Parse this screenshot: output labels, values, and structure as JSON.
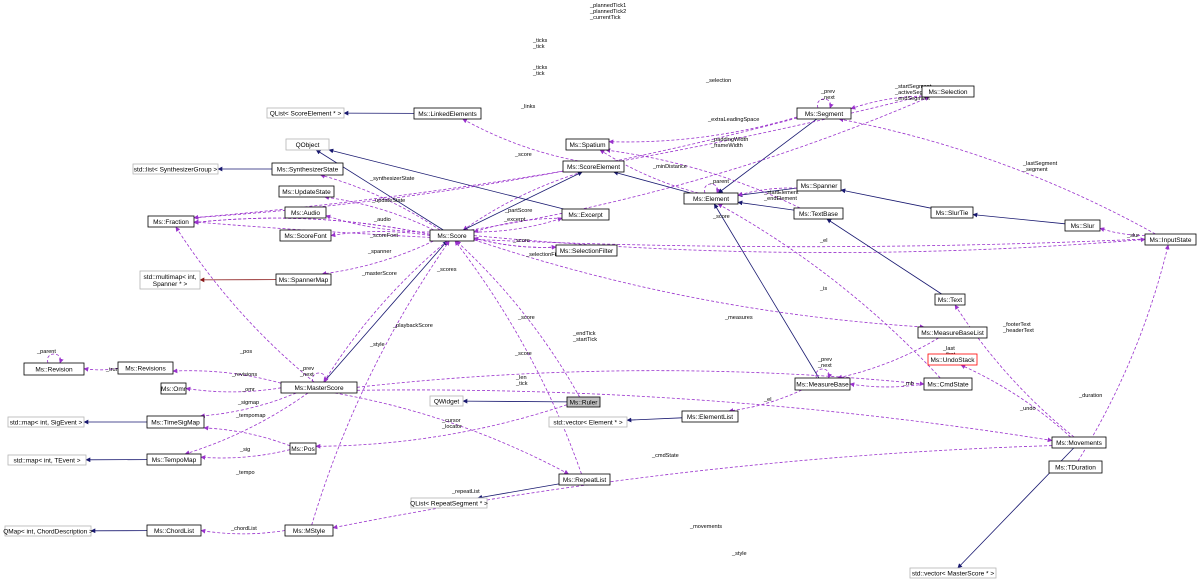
{
  "diagram": {
    "nodes": [
      {
        "id": "Revision",
        "label": "Ms::Revision"
      },
      {
        "id": "Revisions",
        "label": "Ms::Revisions"
      },
      {
        "id": "Omr",
        "label": "Ms::Omr"
      },
      {
        "id": "MasterScore",
        "label": "Ms::MasterScore"
      },
      {
        "id": "map_sig",
        "label": "std::map< int, SigEvent >",
        "external": true
      },
      {
        "id": "TimeSigMap",
        "label": "Ms::TimeSigMap"
      },
      {
        "id": "map_tempo",
        "label": "std::map< int, TEvent >",
        "external": true
      },
      {
        "id": "TempoMap",
        "label": "Ms::TempoMap"
      },
      {
        "id": "Pos",
        "label": "Ms::Pos"
      },
      {
        "id": "qmap_chord",
        "label": "QMap< int, ChordDescription >",
        "external": true
      },
      {
        "id": "ChordList",
        "label": "Ms::ChordList"
      },
      {
        "id": "MStyle",
        "label": "Ms::MStyle"
      },
      {
        "id": "Fraction",
        "label": "Ms::Fraction"
      },
      {
        "id": "multimap",
        "label": "std::multimap< int,\nSpanner * >",
        "external": true
      },
      {
        "id": "SpannerMap",
        "label": "Ms::SpannerMap"
      },
      {
        "id": "list_synth",
        "label": "std::list< SynthesizerGroup >",
        "external": true
      },
      {
        "id": "SynthesizerState",
        "label": "Ms::SynthesizerState"
      },
      {
        "id": "QObject",
        "label": "QObject",
        "external": true
      },
      {
        "id": "UpdateState",
        "label": "Ms::UpdateState"
      },
      {
        "id": "Audio",
        "label": "Ms::Audio"
      },
      {
        "id": "ScoreFont",
        "label": "Ms::ScoreFont"
      },
      {
        "id": "Score",
        "label": "Ms::Score"
      },
      {
        "id": "qlist_score",
        "label": "QList< ScoreElement * >",
        "external": true
      },
      {
        "id": "LinkedElements",
        "label": "Ms::LinkedElements"
      },
      {
        "id": "Spatium",
        "label": "Ms::Spatium"
      },
      {
        "id": "ScoreElement",
        "label": "Ms::ScoreElement"
      },
      {
        "id": "Excerpt",
        "label": "Ms::Excerpt"
      },
      {
        "id": "SelectionFilter",
        "label": "Ms::SelectionFilter"
      },
      {
        "id": "QWidget",
        "label": "QWidget",
        "external": true
      },
      {
        "id": "Ruler",
        "label": "Ms::Ruler",
        "highlight": true
      },
      {
        "id": "vec_elem",
        "label": "std::vector< Element * >",
        "external": true
      },
      {
        "id": "ElementList",
        "label": "Ms::ElementList"
      },
      {
        "id": "RepeatList",
        "label": "Ms::RepeatList"
      },
      {
        "id": "qlist_repeat",
        "label": "QList< RepeatSegment * >",
        "external": true
      },
      {
        "id": "Segment",
        "label": "Ms::Segment"
      },
      {
        "id": "Selection",
        "label": "Ms::Selection"
      },
      {
        "id": "Element",
        "label": "Ms::Element"
      },
      {
        "id": "Spanner",
        "label": "Ms::Spanner"
      },
      {
        "id": "TextBase",
        "label": "Ms::TextBase"
      },
      {
        "id": "SlurTie",
        "label": "Ms::SlurTie"
      },
      {
        "id": "Slur",
        "label": "Ms::Slur"
      },
      {
        "id": "InputState",
        "label": "Ms::InputState"
      },
      {
        "id": "Text",
        "label": "Ms::Text"
      },
      {
        "id": "MeasureBaseList",
        "label": "Ms::MeasureBaseList"
      },
      {
        "id": "UndoStack",
        "label": "Ms::UndoStack",
        "red": true
      },
      {
        "id": "MeasureBase",
        "label": "Ms::MeasureBase"
      },
      {
        "id": "CmdState",
        "label": "Ms::CmdState"
      },
      {
        "id": "Movements",
        "label": "Ms::Movements"
      },
      {
        "id": "TDuration",
        "label": "Ms::TDuration"
      },
      {
        "id": "vec_master",
        "label": "std::vector< MasterScore * >",
        "external": true
      }
    ],
    "edge_labels": [
      {
        "id": "l_planned",
        "text": "_plannedTick1\n_plannedTick2\n_currentTick"
      },
      {
        "id": "l_ticks1",
        "text": "_ticks\n_tick"
      },
      {
        "id": "l_ticks2",
        "text": "_ticks\n_tick"
      },
      {
        "id": "l_selection",
        "text": "_selection"
      },
      {
        "id": "l_links",
        "text": "_links"
      },
      {
        "id": "l_prevnext_seg",
        "text": "_prev\n_next"
      },
      {
        "id": "l_startseg",
        "text": "_startSegment\n_activeSegment\n_endSegment"
      },
      {
        "id": "l_extraLeading",
        "text": "_extraLeadingSpace"
      },
      {
        "id": "l_paddingWidth",
        "text": "_paddingWidth\n_frameWidth"
      },
      {
        "id": "l_score1",
        "text": "_score"
      },
      {
        "id": "l_minDistance",
        "text": "_minDistance"
      },
      {
        "id": "l_parent_el",
        "text": "_parent"
      },
      {
        "id": "l_lastSegment",
        "text": "_lastSegment\n_segment"
      },
      {
        "id": "l_synth",
        "text": "_synthesizerState"
      },
      {
        "id": "l_startElement",
        "text": "_startElement\n_endElement"
      },
      {
        "id": "l_score2",
        "text": "_score"
      },
      {
        "id": "l_partScore",
        "text": "_partScore"
      },
      {
        "id": "l_update",
        "text": "_updateState"
      },
      {
        "id": "l_excerpt",
        "text": "_excerpt"
      },
      {
        "id": "l_audio",
        "text": "_audio"
      },
      {
        "id": "l_score3",
        "text": "_score"
      },
      {
        "id": "l_scoreFont",
        "text": "_scoreFont"
      },
      {
        "id": "l_selFilter",
        "text": "_selectionFilter"
      },
      {
        "id": "l_el1",
        "text": "_el"
      },
      {
        "id": "l_slur",
        "text": "_slur"
      },
      {
        "id": "l_spanner",
        "text": "_spanner"
      },
      {
        "id": "l_masterScore",
        "text": "_masterScore"
      },
      {
        "id": "l_scores",
        "text": "_scores"
      },
      {
        "id": "l_is",
        "text": "_is"
      },
      {
        "id": "l_measures",
        "text": "_measures"
      },
      {
        "id": "l_score4",
        "text": "_score"
      },
      {
        "id": "l_footer",
        "text": "_footerText\n_headerText"
      },
      {
        "id": "l_endTick",
        "text": "_endTick\n_startTick"
      },
      {
        "id": "l_pos",
        "text": "_pos"
      },
      {
        "id": "l_playback",
        "text": "_playbackScore"
      },
      {
        "id": "l_score5",
        "text": "_score"
      },
      {
        "id": "l_last_first",
        "text": "_last\n_first"
      },
      {
        "id": "l_style1",
        "text": "_style"
      },
      {
        "id": "l_parent_rev",
        "text": "_parent"
      },
      {
        "id": "l_trunk",
        "text": "_trunk"
      },
      {
        "id": "l_revisions",
        "text": "_revisions"
      },
      {
        "id": "l_prevnext_ms",
        "text": "_prev\n_next"
      },
      {
        "id": "l_len",
        "text": "_len\n_tick"
      },
      {
        "id": "l_prevnext_mb",
        "text": "_prev\n_next"
      },
      {
        "id": "l_mb",
        "text": "_mb"
      },
      {
        "id": "l_undo",
        "text": "_undo"
      },
      {
        "id": "l_omr",
        "text": "_omr"
      },
      {
        "id": "l_sigmap",
        "text": "_sigmap"
      },
      {
        "id": "l_tempomap",
        "text": "_tempomap"
      },
      {
        "id": "l_el2",
        "text": "_el"
      },
      {
        "id": "l_cursor",
        "text": "_cursor\n_locator"
      },
      {
        "id": "l_sig",
        "text": "_sig"
      },
      {
        "id": "l_cmdState",
        "text": "_cmdState"
      },
      {
        "id": "l_duration",
        "text": "_duration"
      },
      {
        "id": "l_tempo",
        "text": "_tempo"
      },
      {
        "id": "l_repeatList",
        "text": "_repeatList"
      },
      {
        "id": "l_movements",
        "text": "_movements"
      },
      {
        "id": "l_chordList",
        "text": "_chordList"
      },
      {
        "id": "l_style2",
        "text": "_style"
      }
    ]
  }
}
